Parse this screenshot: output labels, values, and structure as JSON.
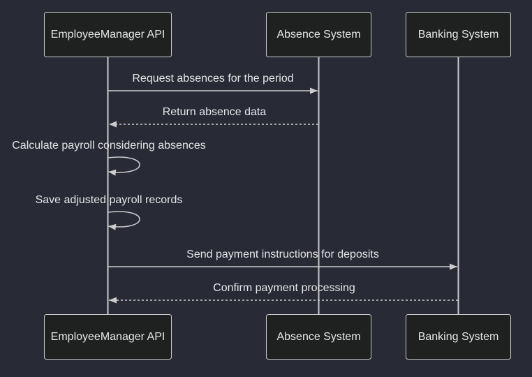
{
  "participants": [
    {
      "id": "api",
      "label": "EmployeeManager API"
    },
    {
      "id": "absence",
      "label": "Absence System"
    },
    {
      "id": "banking",
      "label": "Banking System"
    }
  ],
  "messages": [
    {
      "from": "api",
      "to": "absence",
      "text": "Request absences for the period",
      "style": "solid"
    },
    {
      "from": "absence",
      "to": "api",
      "text": "Return absence data",
      "style": "dashed"
    },
    {
      "from": "api",
      "to": "api",
      "text": "Calculate payroll considering absences",
      "style": "solid"
    },
    {
      "from": "api",
      "to": "api",
      "text": "Save adjusted payroll records",
      "style": "solid"
    },
    {
      "from": "api",
      "to": "banking",
      "text": "Send payment instructions for deposits",
      "style": "solid"
    },
    {
      "from": "banking",
      "to": "api",
      "text": "Confirm payment processing",
      "style": "dashed"
    }
  ]
}
